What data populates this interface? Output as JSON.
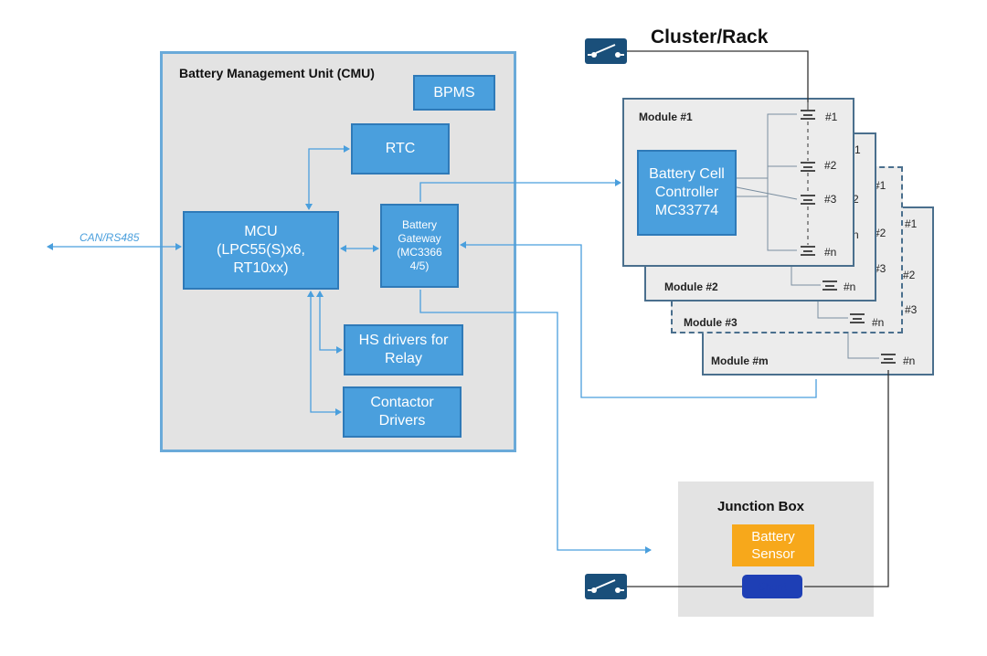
{
  "cluster": {
    "title": "Cluster/Rack"
  },
  "cmu": {
    "title": "Battery Management Unit (CMU)",
    "bpms": "BPMS",
    "rtc": "RTC",
    "mcu": "MCU\n(LPC55(S)x6,\nRT10xx)",
    "gateway": "Battery\nGateway\n(MC3366\n4/5)",
    "hs_drivers": "HS drivers for\nRelay",
    "contactor": "Contactor\nDrivers"
  },
  "external": {
    "bus_label": "CAN/RS485"
  },
  "modules": {
    "m1": {
      "title": "Module #1",
      "controller": "Battery Cell\nController\nMC33774",
      "cells": [
        "#1",
        "#2",
        "#3",
        "#n"
      ]
    },
    "m2": {
      "title": "Module #2",
      "partial_labels": [
        "1",
        "2",
        "n"
      ],
      "cell_n": "#n"
    },
    "m3": {
      "title": "Module #3",
      "partial_labels": [
        "#1",
        "#2",
        "#3"
      ],
      "cell_n": "#n"
    },
    "mm": {
      "title": "Module #m",
      "partial_labels": [
        "#1",
        "#2",
        "#3"
      ],
      "cell_n": "#n"
    }
  },
  "junction": {
    "title": "Junction Box",
    "sensor": "Battery\nSensor",
    "shunt": "Shunt"
  },
  "colors": {
    "accent_blue": "#4a9fdd",
    "panel_gray": "#e3e3e3",
    "sensor_orange": "#f7a81b",
    "shunt_blue": "#1e3fb5",
    "module_border": "#4a6f8d",
    "switch_blue": "#1a4f7a"
  },
  "icons": [
    "relay-switch-icon",
    "battery-cell-icon"
  ]
}
